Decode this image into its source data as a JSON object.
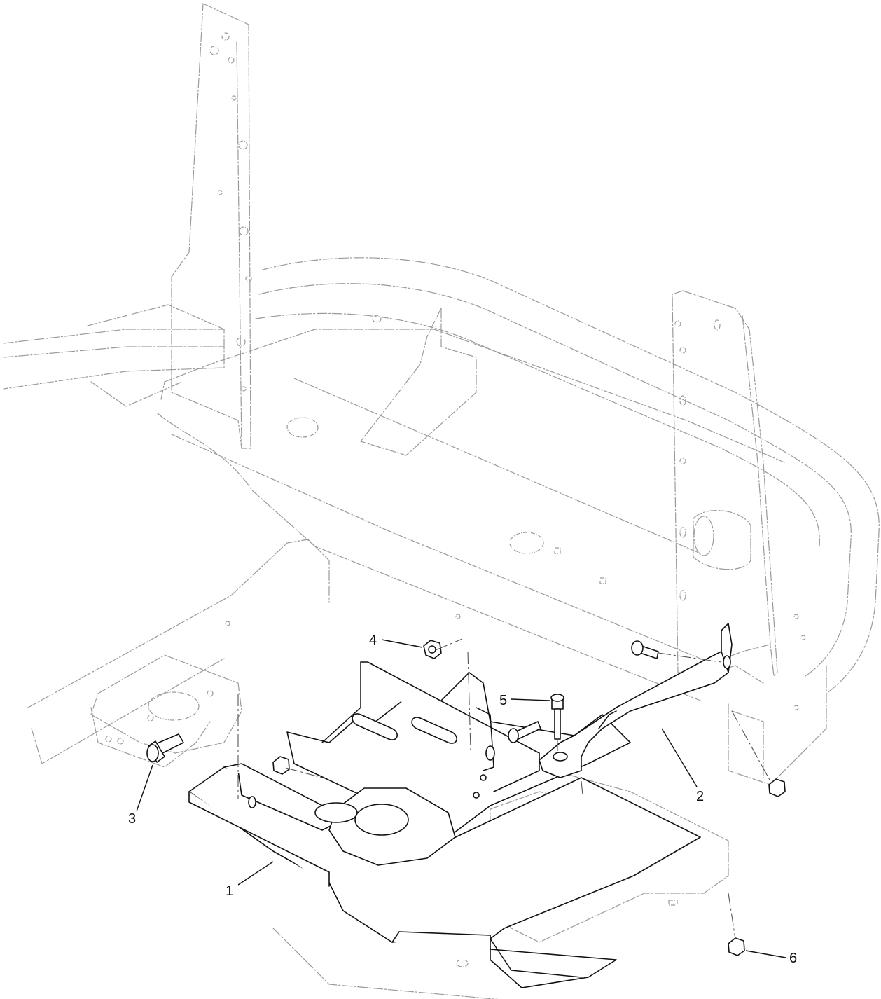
{
  "callouts": [
    {
      "id": "1",
      "label": "1"
    },
    {
      "id": "2",
      "label": "2"
    },
    {
      "id": "3",
      "label": "3"
    },
    {
      "id": "4",
      "label": "4"
    },
    {
      "id": "5",
      "label": "5"
    },
    {
      "id": "6",
      "label": "6"
    }
  ],
  "colors": {
    "part_stroke": "#111111",
    "ghost_stroke": "#9a9a9a",
    "background": "#ffffff"
  }
}
